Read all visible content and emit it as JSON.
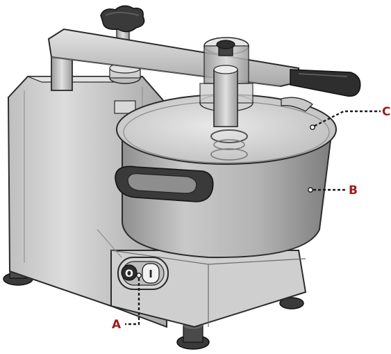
{
  "diagram": {
    "callouts": [
      {
        "id": "A",
        "label": "A",
        "target": "power-switch"
      },
      {
        "id": "B",
        "label": "B",
        "target": "bowl"
      },
      {
        "id": "C",
        "label": "C",
        "target": "lid"
      }
    ]
  },
  "switch": {
    "off_symbol": "O",
    "on_symbol": "I"
  },
  "colors": {
    "label": "#9b1c1c",
    "metal_light": "#d9d9d9",
    "metal_mid": "#bdbdbd",
    "metal_dark": "#8e8e8e",
    "outline": "#2a2a2a",
    "rubber": "#333333"
  }
}
